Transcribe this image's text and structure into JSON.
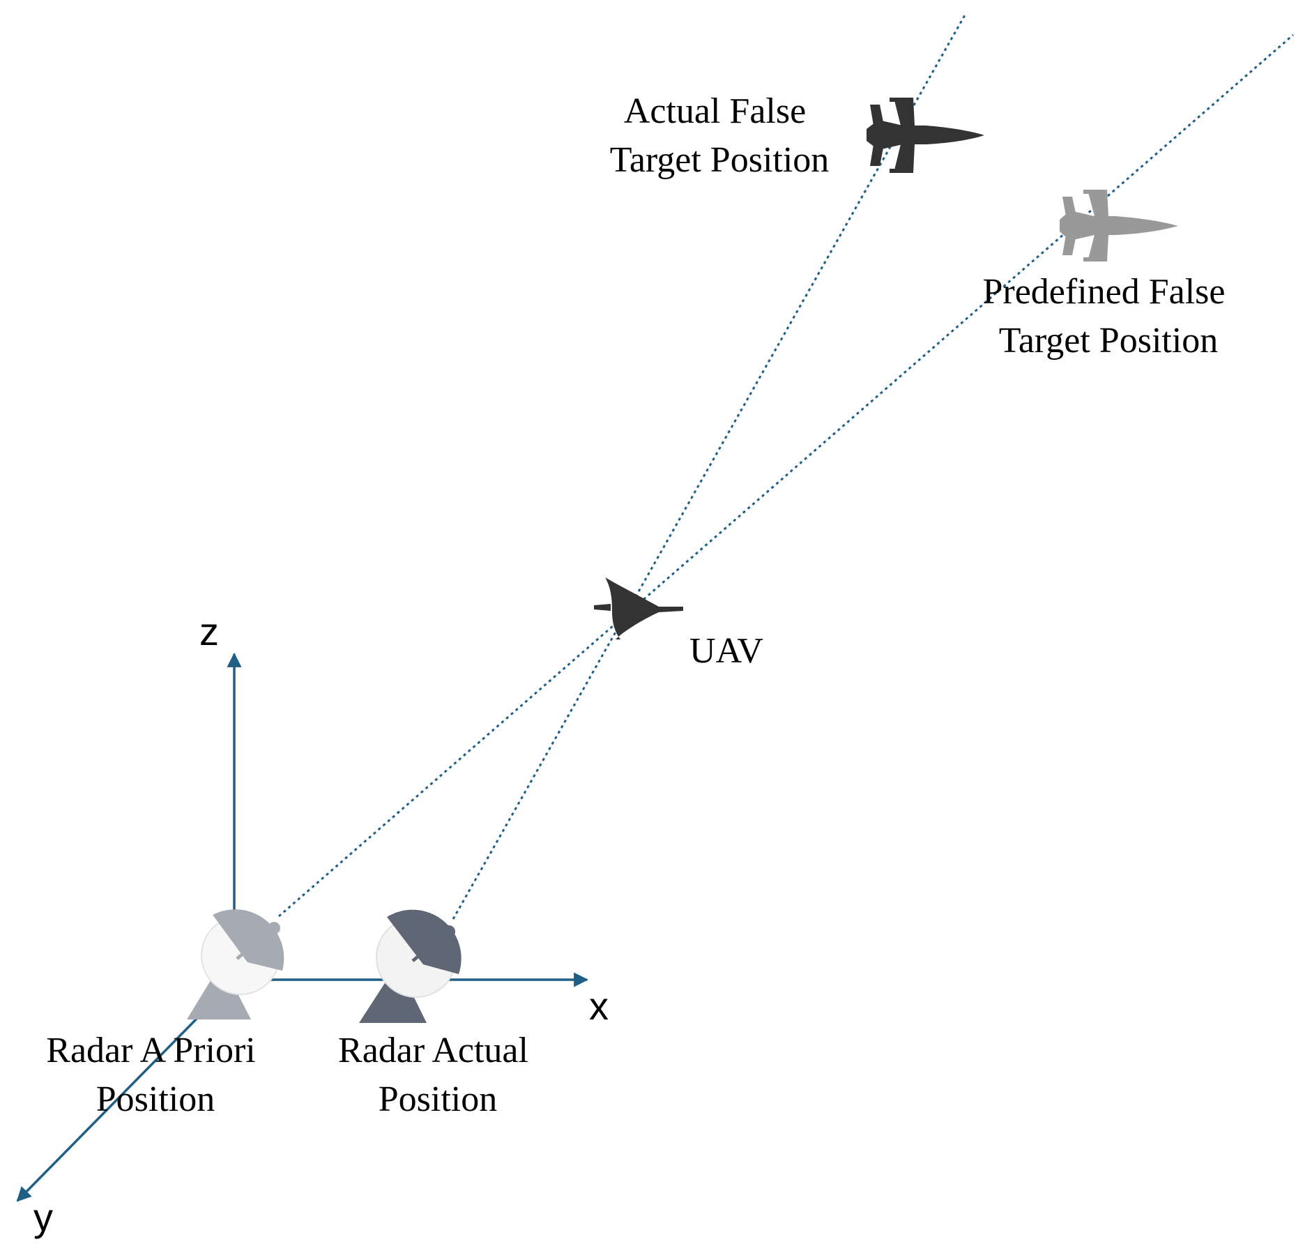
{
  "colors": {
    "axis": "#1f5f86",
    "line_of_sight": "#1f5f86",
    "actual_aircraft": "#333333",
    "predefined_aircraft": "#999999",
    "radar_a_priori": "#a6abb3",
    "radar_actual": "#5f6774"
  },
  "axes": {
    "x": "x",
    "y": "y",
    "z": "z"
  },
  "labels": {
    "actual_false_target": [
      "Actual False",
      "Target Position"
    ],
    "predefined_false_target": [
      "Predefined False",
      "Target Position"
    ],
    "uav": "UAV",
    "radar_a_priori": [
      "Radar A Priori",
      "Position"
    ],
    "radar_actual": [
      "Radar Actual",
      "Position"
    ]
  },
  "icons": {
    "actual_false_target": "fighter-jet-icon",
    "predefined_false_target": "fighter-jet-icon",
    "uav": "stealth-uav-icon",
    "radar_a_priori": "radar-dish-icon",
    "radar_actual": "radar-dish-icon"
  }
}
